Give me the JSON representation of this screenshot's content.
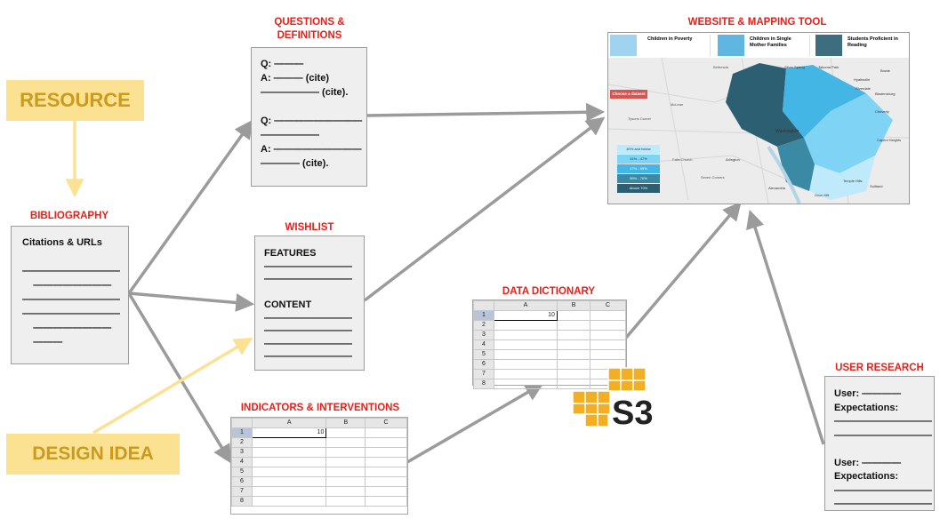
{
  "resource": {
    "label": "RESOURCE"
  },
  "design_idea": {
    "label": "DESIGN IDEA"
  },
  "bibliography": {
    "title": "BIBLIOGRAPHY",
    "body": "Citations & URLs\n\n——————————\n    ————————\n——————————\n——————————\n    ————————\n    ———"
  },
  "questions": {
    "title_line1": "QUESTIONS &",
    "title_line2": "DEFINITIONS",
    "body": "Q: ———\nA: ——— (cite)\n—————— (cite).\n\nQ: —————————\n——————\nA: —————————\n———— (cite)."
  },
  "wishlist": {
    "title": "WISHLIST",
    "body": "FEATURES\n—————————\n—————————\n\nCONTENT\n—————————\n—————————\n—————————\n—————————"
  },
  "indicators": {
    "title": "INDICATORS & INTERVENTIONS",
    "columns": [
      "A",
      "B",
      "C"
    ],
    "rows": [
      "1",
      "2",
      "3",
      "4",
      "5",
      "6",
      "7",
      "8"
    ],
    "cell_a1": "10"
  },
  "data_dictionary": {
    "title": "DATA DICTIONARY",
    "columns": [
      "A",
      "B",
      "C"
    ],
    "rows": [
      "1",
      "2",
      "3",
      "4",
      "5",
      "6",
      "7",
      "8"
    ],
    "cell_a1": "10"
  },
  "s3": {
    "label": "S3"
  },
  "website": {
    "title": "WEBSITE & MAPPING TOOL",
    "tabs": [
      "Children in Poverty",
      "Children in Single Mother Families",
      "Students Proficient in Reading"
    ],
    "dataset_button": "Choose a dataset",
    "legend": [
      "40% and below",
      "41% - 47%",
      "47% - 59%",
      "59% - 70%",
      "Above 70%"
    ],
    "legend_colors": [
      "#bfeafb",
      "#7fd3f4",
      "#43b6e6",
      "#3a8aa6",
      "#2c5f72"
    ],
    "map_labels": [
      "Washington",
      "Arlington",
      "McLean",
      "Falls Church",
      "Tysons Corner",
      "Bethesda",
      "Silver Spring",
      "Takoma Park",
      "Hyattsville",
      "Bladensburg",
      "Cheverly",
      "Capitol Heights",
      "Suitland",
      "Oxon Hill",
      "Alexandria",
      "Temple Hills",
      "Riverdale",
      "Bowie",
      "Seven Corners"
    ]
  },
  "user_research": {
    "title": "USER RESEARCH",
    "body": "User: ————\nExpectations:\n——————————\n——————————\n\nUser: ————\nExpectations:\n——————————\n——————————"
  }
}
